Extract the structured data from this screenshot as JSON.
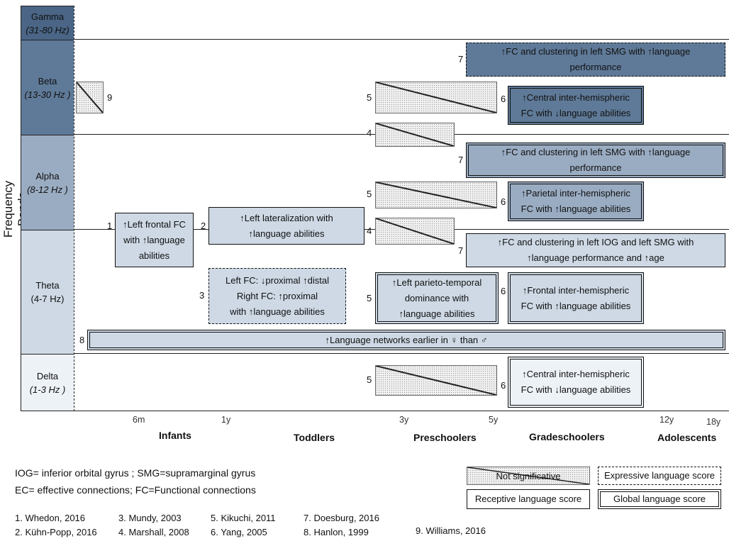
{
  "y_axis_label": "Frequency Bands",
  "bands": [
    {
      "id": "gamma",
      "name": "Gamma",
      "range": "(31-80 Hz)",
      "italic_range": true,
      "color": "#4a6585"
    },
    {
      "id": "beta",
      "name": "Beta",
      "range": "(13-30 Hz )",
      "italic_range": true,
      "color": "#5f7a98"
    },
    {
      "id": "alpha",
      "name": "Alpha",
      "range": "(8-12 Hz )",
      "italic_range": true,
      "color": "#9aacc2"
    },
    {
      "id": "theta",
      "name": "Theta",
      "range": "(4-7 Hz)",
      "italic_range": false,
      "color": "#ced9e5"
    },
    {
      "id": "delta",
      "name": "Delta",
      "range": "(1-3 Hz )",
      "italic_range": true,
      "color": "#edf2f7"
    }
  ],
  "age_ticks": [
    "6m",
    "1y",
    "3y",
    "5y",
    "12y",
    "18y"
  ],
  "stages": [
    "Infants",
    "Toddlers",
    "Preschoolers",
    "Gradeschoolers",
    "Adolescents"
  ],
  "boxes": {
    "beta_7": {
      "ref": "7",
      "line1": "↑FC and clustering in left SMG with ↑language",
      "line2": "performance"
    },
    "beta_6": {
      "ref": "6",
      "line1": "↑Central inter-hemispheric",
      "line2": "FC with ↓language abilities"
    },
    "alpha_7": {
      "ref": "7",
      "line1": "↑FC and clustering in left SMG with ↑language",
      "line2": "performance"
    },
    "alpha_6": {
      "ref": "6",
      "line1": "↑Parietal inter-hemispheric",
      "line2": "FC with ↑language abilities"
    },
    "alpha_1": {
      "ref": "1",
      "line1": "↑Left frontal FC",
      "line2": "with ↑language",
      "line3": "abilities"
    },
    "alpha_2": {
      "ref": "2",
      "line1": "↑Left lateralization with",
      "line2": "↑language abilities"
    },
    "theta_7": {
      "ref": "7",
      "line1": "↑FC and clustering in left IOG and left SMG with",
      "line2": "↑language performance and ↑age"
    },
    "theta_3": {
      "ref": "3",
      "line1": "Left FC: ↓proximal ↑distal",
      "line2": "Right FC: ↑proximal",
      "line3": "with ↑language abilities"
    },
    "theta_5": {
      "ref": "5",
      "line1": "↑Left parieto-temporal",
      "line2": "dominance with",
      "line3": "↑language abilities"
    },
    "theta_6": {
      "ref": "6",
      "line1": "↑Frontal inter-hemispheric",
      "line2": "FC with ↑language abilities"
    },
    "theta_8": {
      "ref": "8",
      "line1": "↑Language networks earlier in ♀ than ♂"
    },
    "delta_6": {
      "ref": "6",
      "line1": "↑Central inter-hemispheric",
      "line2": "FC with ↓language abilities"
    }
  },
  "ns_refs": {
    "beta_9": "9",
    "beta_5": "5",
    "beta_4": "4",
    "alpha_5": "5",
    "alpha_4": "4",
    "delta_5": "5"
  },
  "abbreviations": {
    "line1": "IOG= inferior orbital gyrus ; SMG=supramarginal gyrus",
    "line2": "EC= effective connections; FC=Functional connections"
  },
  "legend": {
    "not_significant": "Not significative",
    "expressive": "Expressive language score",
    "receptive": "Receptive language score",
    "global": "Global language score"
  },
  "references": [
    "1. Whedon, 2016",
    "2. Kühn-Popp, 2016",
    "3. Mundy, 2003",
    "4. Marshall, 2008",
    "5. Kikuchi, 2011",
    "6. Yang, 2005",
    "7. Doesburg, 2016",
    "8. Hanlon, 1999",
    "9. Williams, 2016"
  ]
}
